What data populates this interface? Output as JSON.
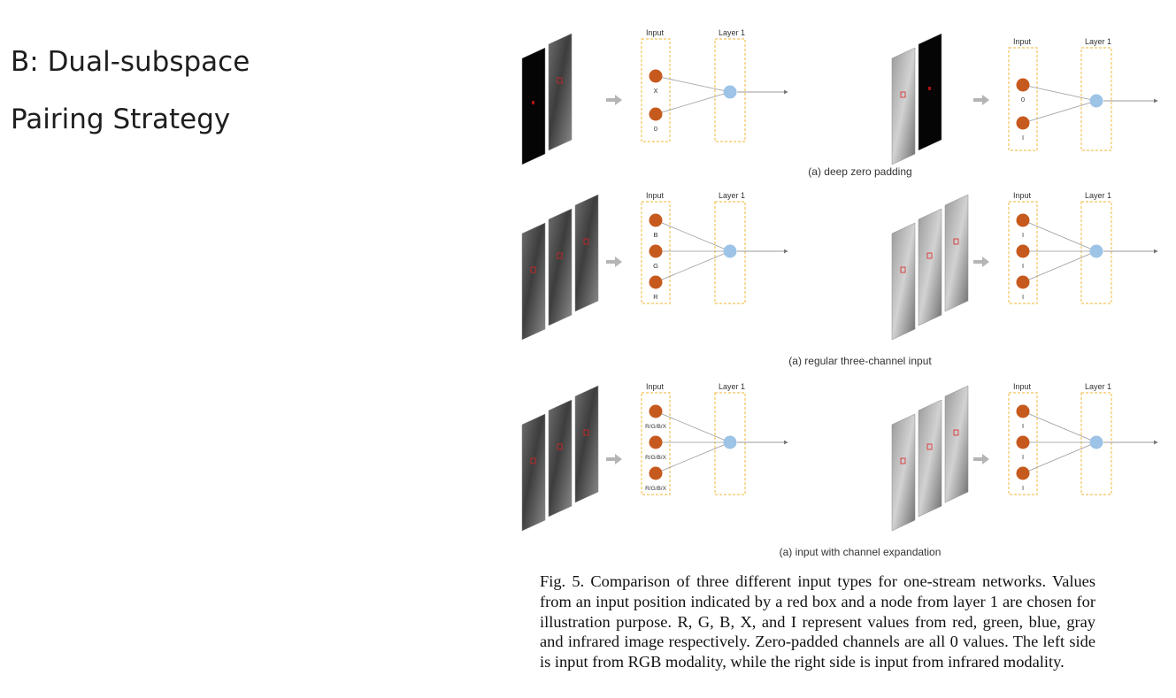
{
  "slide": {
    "title_line1": "B:  Dual-subspace",
    "title_line2": "Pairing Strategy"
  },
  "figure": {
    "panels": [
      {
        "subtitle": "(a) deep zero padding",
        "left": {
          "input_label": "Input",
          "layer_label": "Layer 1",
          "nodes": [
            "X",
            "0"
          ]
        },
        "right": {
          "input_label": "Input",
          "layer_label": "Layer 1",
          "nodes": [
            "0",
            "I"
          ]
        }
      },
      {
        "subtitle": "(a) regular three-channel input",
        "left": {
          "input_label": "Input",
          "layer_label": "Layer 1",
          "nodes": [
            "B",
            "G",
            "R"
          ]
        },
        "right": {
          "input_label": "Input",
          "layer_label": "Layer 1",
          "nodes": [
            "I",
            "I",
            "I"
          ]
        }
      },
      {
        "subtitle": "(a) input with channel expandation",
        "left": {
          "input_label": "Input",
          "layer_label": "Layer 1",
          "nodes": [
            "R/G/B/X",
            "R/G/B/X",
            "R/G/B/X"
          ]
        },
        "right": {
          "input_label": "Input",
          "layer_label": "Layer 1",
          "nodes": [
            "I",
            "I",
            "I"
          ]
        }
      }
    ],
    "colors": {
      "input_node": "#c65a1e",
      "layer_node": "#9dc3e6",
      "dashed_box": "#f2c45c",
      "arrow": "#b5b5b5",
      "zero_channel": "#050505"
    },
    "caption": "Fig. 5.  Comparison of three different input types for one-stream networks. Values from an input position indicated by a red box and a node from layer 1 are chosen for illustration purpose. R, G, B, X, and I represent values from red, green, blue, gray and infrared image respectively. Zero-padded channels are all 0 values. The left side is input from RGB modality, while the right side is input from infrared modality."
  }
}
